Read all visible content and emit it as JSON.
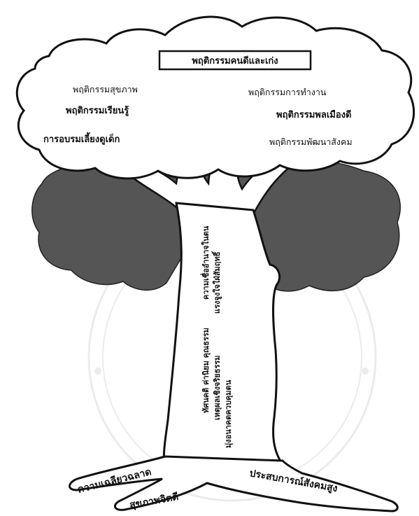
{
  "diagram": {
    "title": "พฤติกรรมคนดีและเก่ง",
    "crown_left": [
      "พฤติกรรมสุขภาพ",
      "พฤติกรรมเรียนรู้",
      "การอบรมเลี้ยงดูเด็ก"
    ],
    "crown_right": [
      "พฤติกรรมการทำงาน",
      "พฤติกรรมพลเมืองดี",
      "พฤติกรรมพัฒนาสังคม"
    ],
    "trunk": [
      "ทัศนคติ ค่านิยม คุณธรรม",
      "ความเชื่ออำนาจในตน",
      "เหตุผลเชิงจริยธรรม",
      "แรงจูงใจใฝ่สัมฤทธิ์",
      "มุ่งอนาคตควบคุมตน"
    ],
    "roots": [
      "ความเฉลียวฉลาด",
      "สุขภาพจิตดี",
      "ประสบการณ์สังคมสูง"
    ],
    "colors": {
      "foliage": "#555555",
      "outline": "#111111",
      "watermark": "#c8c8c8"
    }
  }
}
